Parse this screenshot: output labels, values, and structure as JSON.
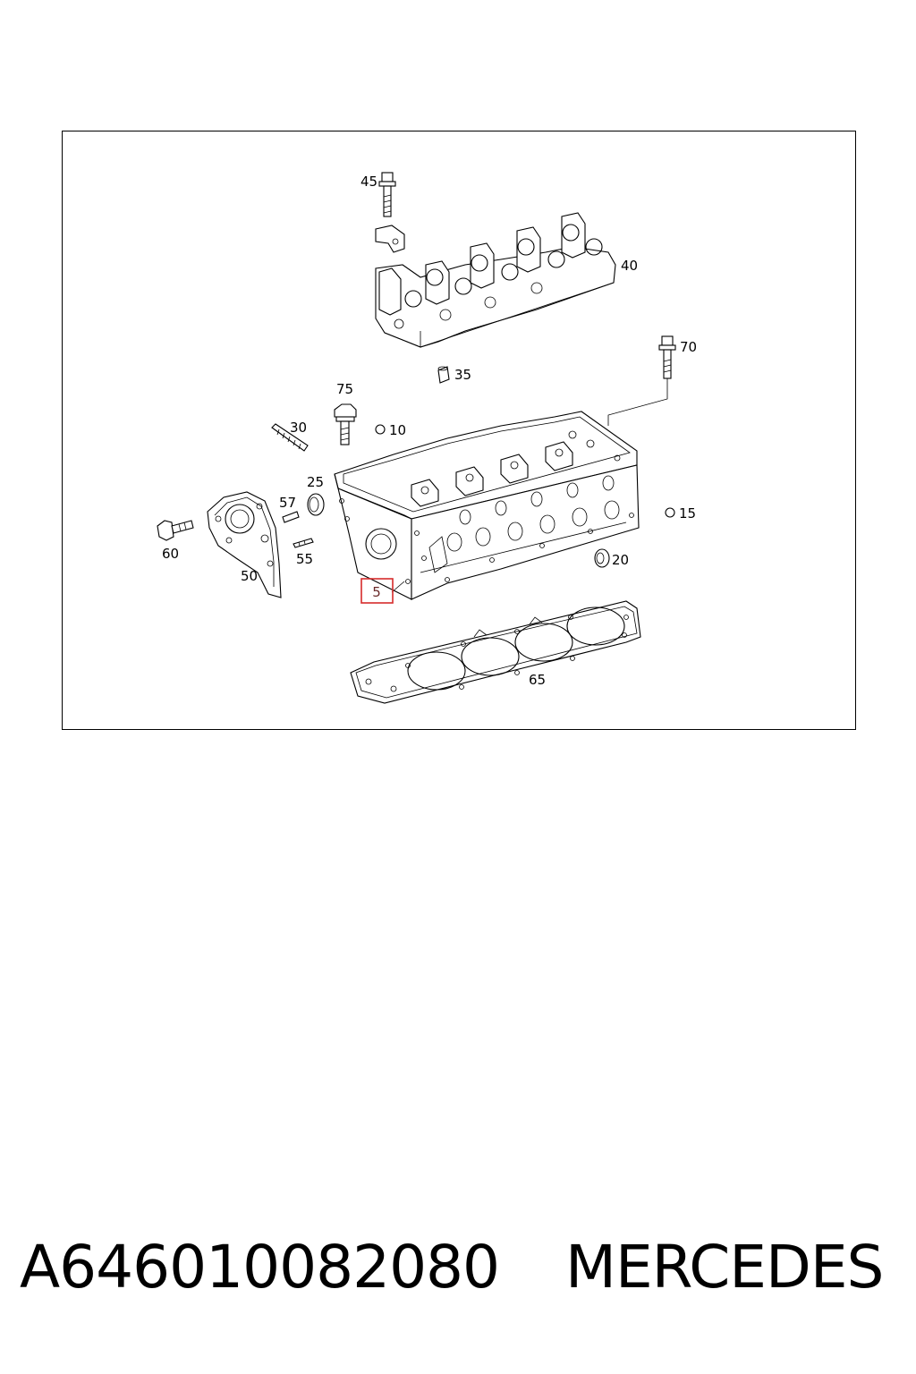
{
  "diagram": {
    "callouts": {
      "c5": "5",
      "c10": "10",
      "c15": "15",
      "c20": "20",
      "c25": "25",
      "c30": "30",
      "c35": "35",
      "c40": "40",
      "c45": "45",
      "c50": "50",
      "c55": "55",
      "c57": "57",
      "c60": "60",
      "c65": "65",
      "c70": "70",
      "c75": "75"
    },
    "highlight_color": "#d62b2b"
  },
  "footer": {
    "part_number": "A646010082080",
    "brand": "MERCEDES"
  }
}
